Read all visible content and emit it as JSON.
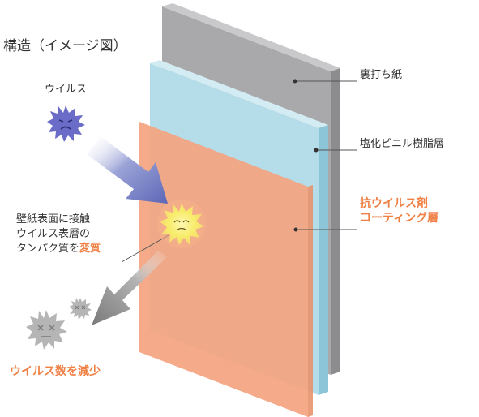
{
  "title": "構造（イメージ図）",
  "labels": {
    "virus": "ウイルス",
    "backing_paper": "裏打ち紙",
    "pvc_layer": "塩化ビニル樹脂層",
    "coating_line1": "抗ウイルス剤",
    "coating_line2": "コーティング層",
    "effect_line1": "壁紙表面に接触",
    "effect_line2": "ウイルス表層の",
    "effect_line3_prefix": "タンパク質を",
    "effect_line3_highlight": "変質",
    "result": "ウイルス数を減少"
  },
  "colors": {
    "backing": "#a9a9ab",
    "pvc": "#b5dde9",
    "coating": "#f4a37f",
    "accent_orange": "#ef7f43",
    "virus_blue": "#6a6cc8",
    "virus_yellow": "#f7ec6a",
    "virus_gray": "#b5b5b5",
    "arrow_blue": "#6f78c0",
    "arrow_gray": "#8a8a8a"
  },
  "icons": [
    "virus-icon",
    "denatured-virus-icon",
    "inactive-virus-icon",
    "arrow-in-icon",
    "arrow-out-icon"
  ]
}
